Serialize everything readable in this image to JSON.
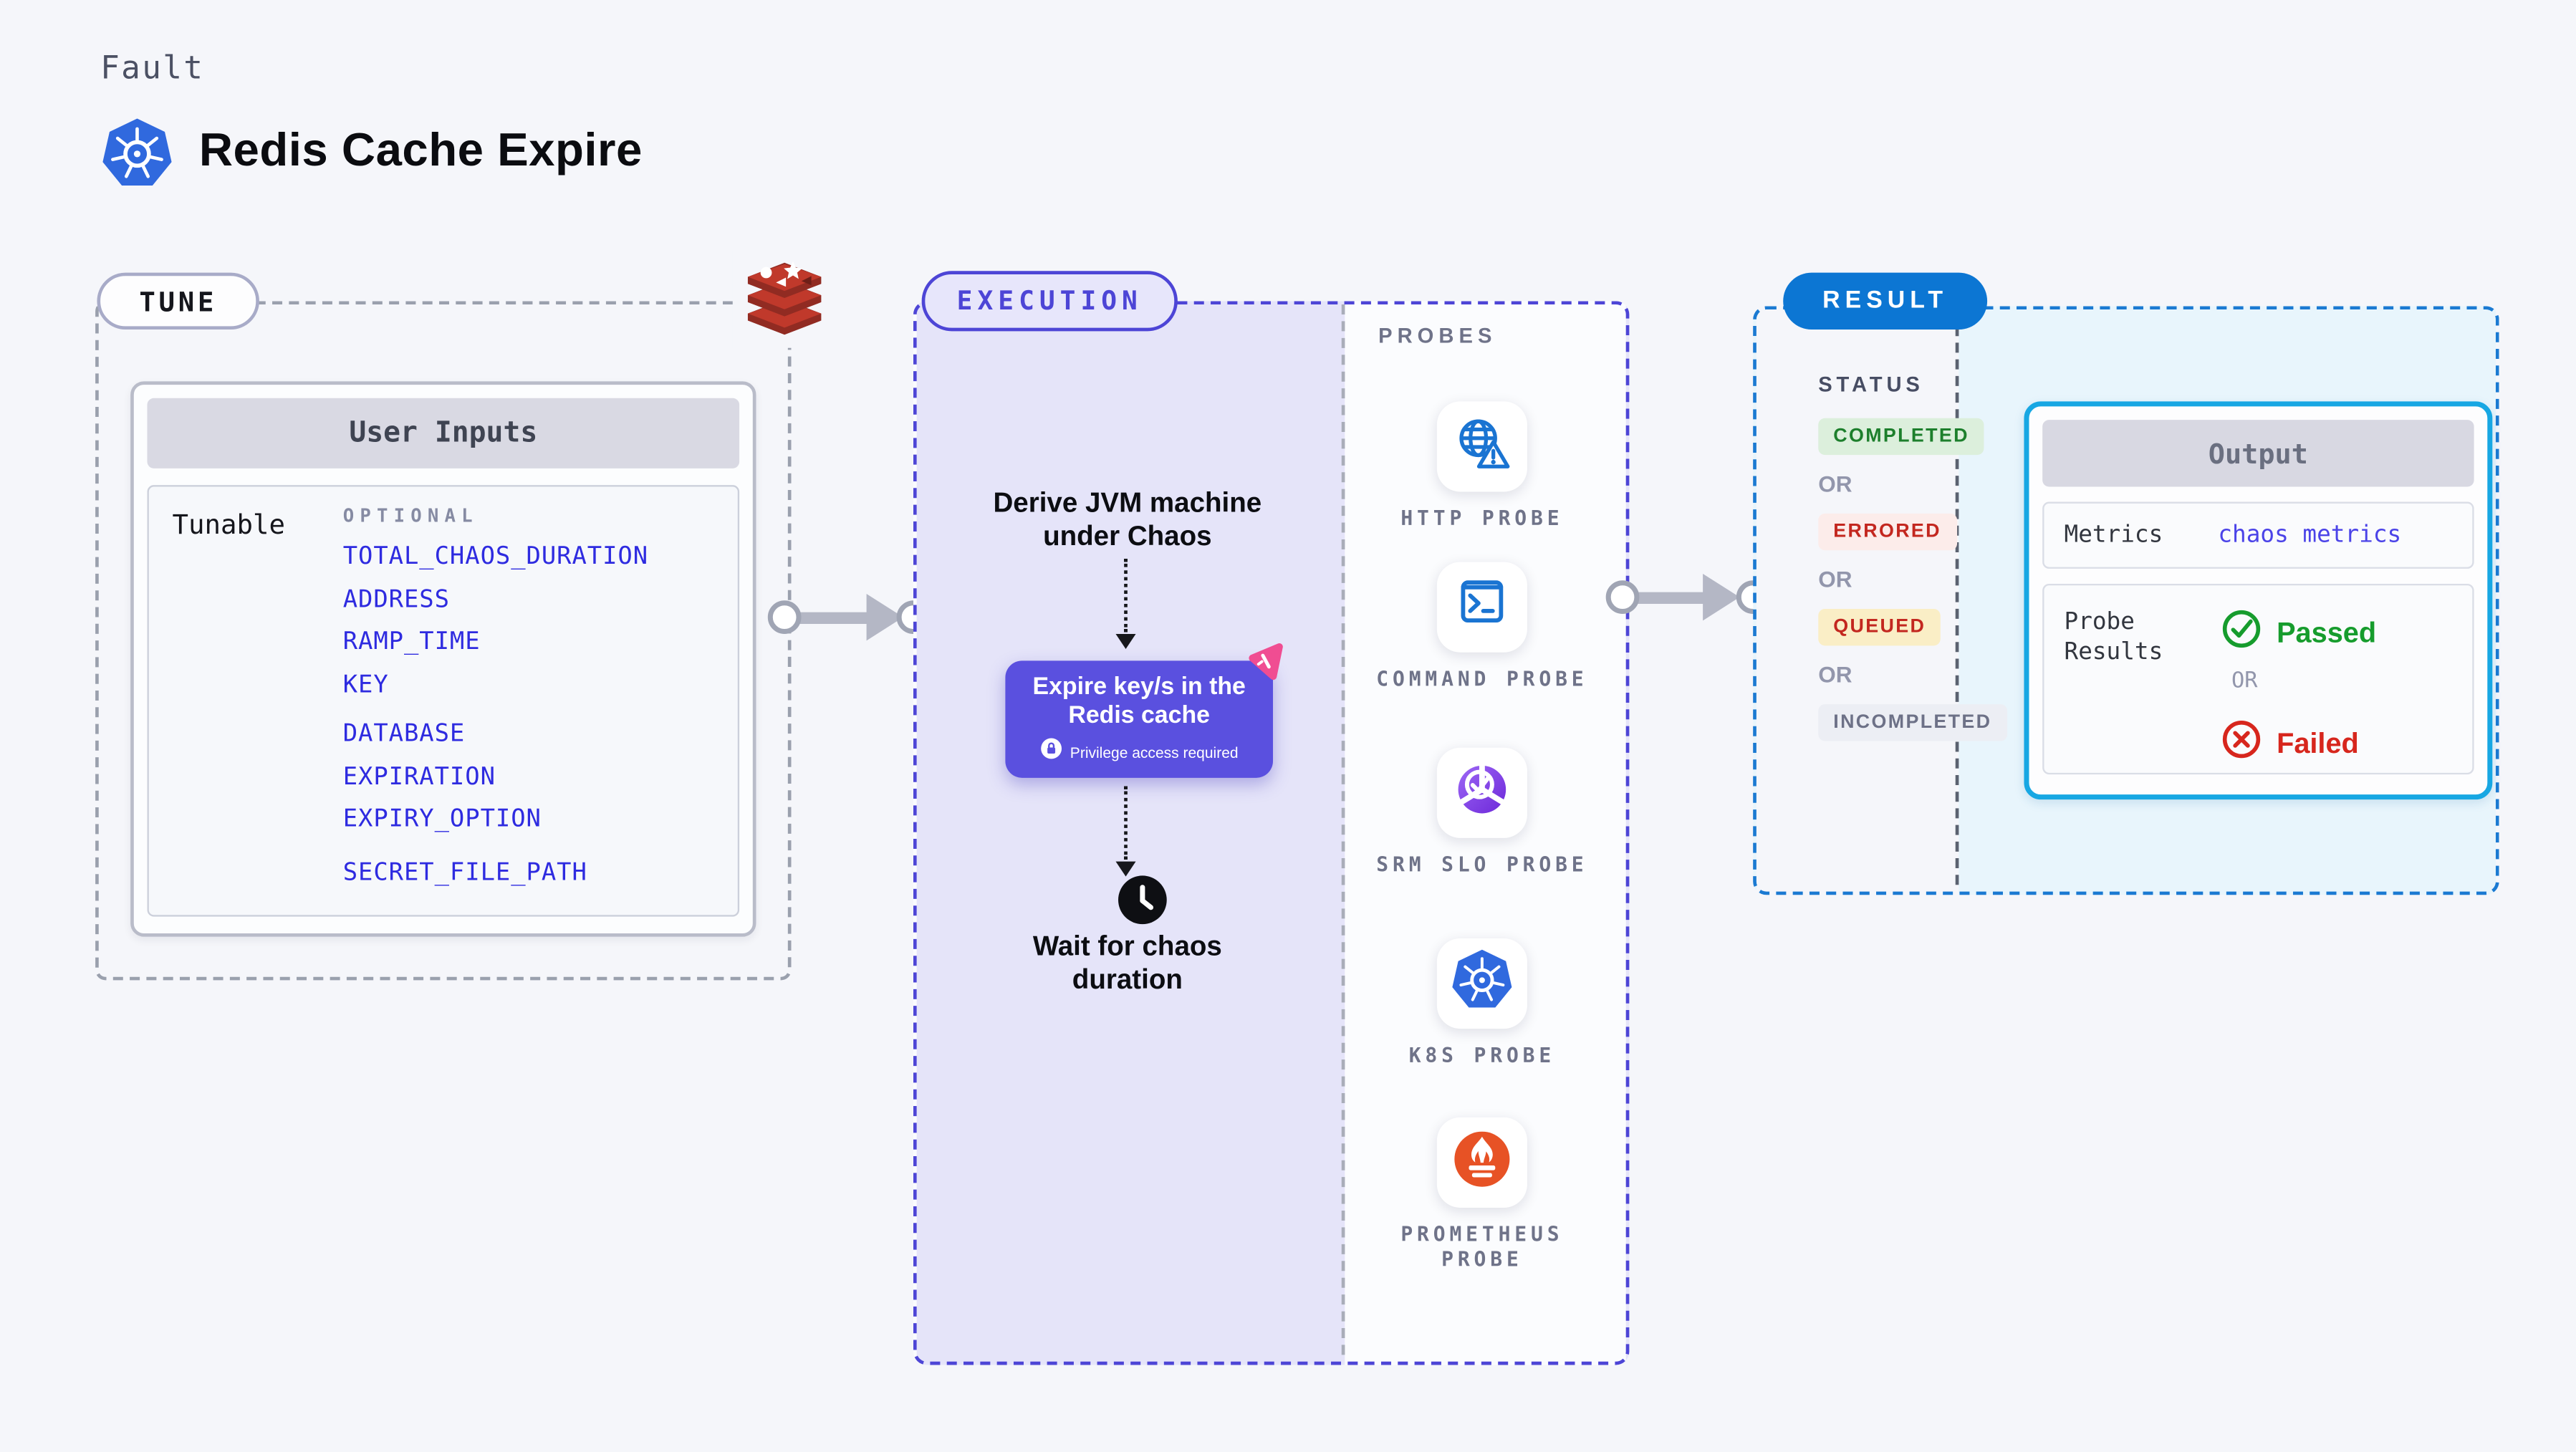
{
  "header": {
    "kicker": "Fault",
    "title": "Redis Cache Expire"
  },
  "tune": {
    "badge": "TUNE",
    "panel_title": "User Inputs",
    "row_label": "Tunable",
    "column_label": "OPTIONAL",
    "param_groups": [
      [
        "TOTAL_CHAOS_DURATION",
        "ADDRESS",
        "RAMP_TIME",
        "KEY"
      ],
      [
        "DATABASE",
        "EXPIRATION",
        "EXPIRY_OPTION"
      ],
      [
        "SECRET_FILE_PATH"
      ]
    ]
  },
  "execution": {
    "badge": "EXECUTION",
    "step_derive": "Derive JVM machine under Chaos",
    "step_chaos": {
      "title": "Expire key/s in the Redis cache",
      "note": "Privilege access required"
    },
    "step_wait": "Wait for chaos duration",
    "probes": {
      "label": "PROBES",
      "items": [
        {
          "name": "HTTP PROBE",
          "icon": "globe-alert-icon"
        },
        {
          "name": "COMMAND PROBE",
          "icon": "terminal-icon"
        },
        {
          "name": "SRM SLO PROBE",
          "icon": "slo-donut-icon"
        },
        {
          "name": "K8S PROBE",
          "icon": "kubernetes-icon"
        },
        {
          "name": "PROMETHEUS PROBE",
          "icon": "prometheus-icon"
        }
      ]
    }
  },
  "result": {
    "badge": "RESULT",
    "status": {
      "label": "STATUS",
      "separator": "OR",
      "items": [
        "COMPLETED",
        "ERRORED",
        "QUEUED",
        "INCOMPLETED"
      ]
    },
    "output": {
      "title": "Output",
      "metrics_label": "Metrics",
      "metrics_value": "chaos metrics",
      "probe_results_label": "Probe Results",
      "passed": "Passed",
      "or": "OR",
      "failed": "Failed"
    }
  },
  "colors": {
    "param_blue": "#2e2be0",
    "execution_indigo": "#4d45d6",
    "chaos_node_purple": "#5a50df",
    "result_blue": "#0c76d3",
    "output_border_cyan": "#17a7e3",
    "completed_green": "#1d7f2c",
    "errored_red": "#c3271f",
    "queued_yellow_bg": "#faeec6",
    "passed_green": "#169c2d",
    "failed_red": "#d7261d",
    "redis_red": "#c0392b",
    "kubernetes_blue": "#3069de",
    "prometheus_orange": "#e75225"
  }
}
